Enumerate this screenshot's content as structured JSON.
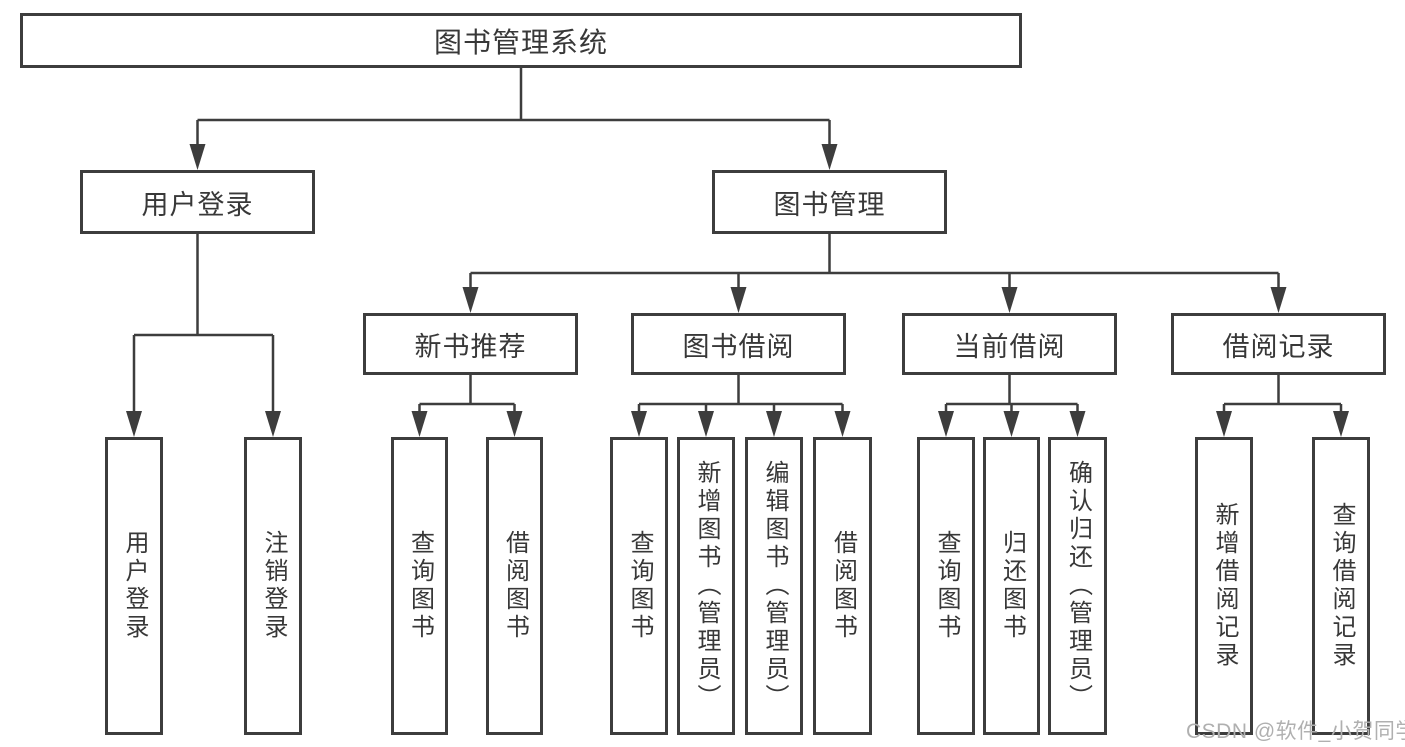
{
  "diagram_title": "图书管理系统",
  "nodes": {
    "root": "图书管理系统",
    "user_login": "用户登录",
    "book_mgmt": "图书管理",
    "new_book_rec": "新书推荐",
    "book_borrow": "图书借阅",
    "current_borrow": "当前借阅",
    "borrow_records": "借阅记录",
    "ul_login": "用户登录",
    "ul_logout": "注销登录",
    "nbr_query": "查询图书",
    "nbr_borrow": "借阅图书",
    "bb_query": "查询图书",
    "bb_add": "新增图书（管理员）",
    "bb_edit": "编辑图书（管理员）",
    "bb_borrow": "借阅图书",
    "cb_query": "查询图书",
    "cb_return": "归还图书",
    "cb_confirm": "确认归还（管理员）",
    "br_add": "新增借阅记录",
    "br_query": "查询借阅记录"
  },
  "hierarchy": {
    "图书管理系统": {
      "用户登录": [
        "用户登录",
        "注销登录"
      ],
      "图书管理": {
        "新书推荐": [
          "查询图书",
          "借阅图书"
        ],
        "图书借阅": [
          "查询图书",
          "新增图书（管理员）",
          "编辑图书（管理员）",
          "借阅图书"
        ],
        "当前借阅": [
          "查询图书",
          "归还图书",
          "确认归还（管理员）"
        ],
        "借阅记录": [
          "新增借阅记录",
          "查询借阅记录"
        ]
      }
    }
  },
  "watermark": {
    "text": "CSDN @软件_小贺同学"
  },
  "colors": {
    "line": "#3d3d3d",
    "text": "#383838",
    "background": "#ffffff",
    "watermark": "#b0b0b0"
  }
}
